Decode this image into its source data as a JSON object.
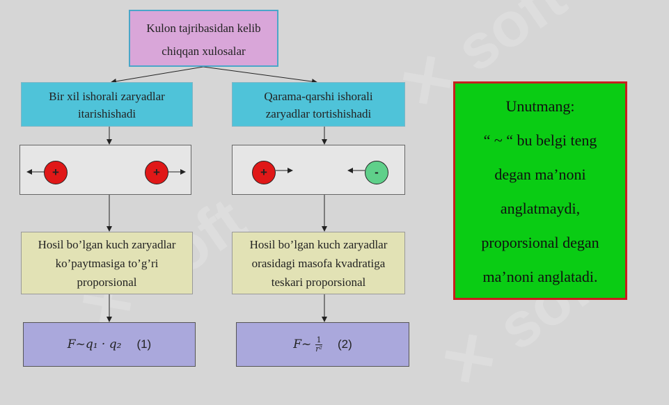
{
  "title": {
    "line1": "Kulon tajribasidan kelib",
    "line2": "chiqqan xulosalar"
  },
  "left": {
    "header_line1": "Bir xil ishorali zaryadlar",
    "header_line2": "itarishishadi",
    "charge1": "+",
    "charge2": "+",
    "conclusion_line1": "Hosil bo’lgan kuch zaryadlar",
    "conclusion_line2": "ko’paytmasiga to’g’ri",
    "conclusion_line3": "proporsional",
    "formula_main": "F~q₁ · q₂",
    "formula_num": "(1)"
  },
  "right": {
    "header_line1": "Qarama-qarshi ishorali",
    "header_line2": "zaryadlar tortishishadi",
    "charge1": "+",
    "charge2": "-",
    "conclusion_line1": "Hosil bo’lgan kuch zaryadlar",
    "conclusion_line2": "orasidagi masofa kvadratiga",
    "conclusion_line3": "teskari proporsional",
    "formula_prefix": "F~",
    "formula_frac_num": "1",
    "formula_frac_den": "r²",
    "formula_num": "(2)"
  },
  "note": {
    "line1": "Unutmang:",
    "line2": "“ ~ “ bu belgi teng",
    "line3": "degan ma’noni",
    "line4": "anglatmaydi,",
    "line5": "proporsional degan",
    "line6": "ma’noni anglatadi."
  },
  "colors": {
    "title_bg": "#d9a6d9",
    "header_bg": "#4fc3d9",
    "conclusion_bg": "#e2e2b5",
    "formula_bg": "#aaa8dc",
    "note_bg": "#0acc14",
    "note_border": "#c81e1e",
    "positive_charge": "#e01818",
    "negative_charge": "#5fd08a"
  }
}
